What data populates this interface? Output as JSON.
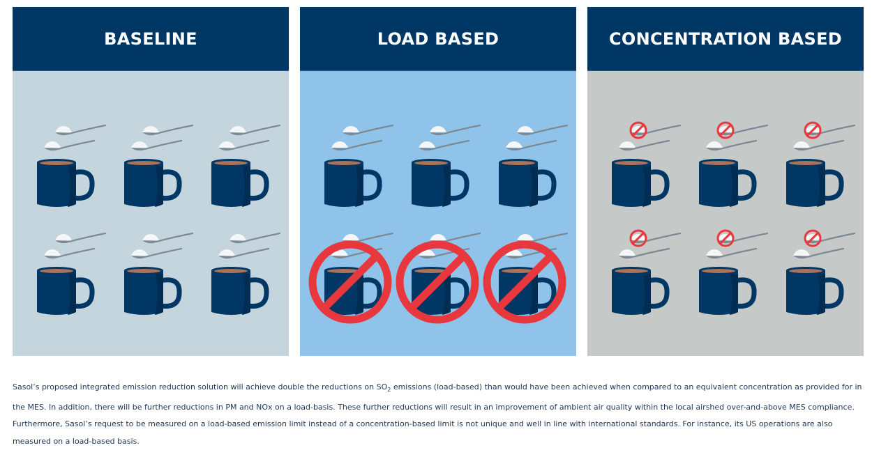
{
  "panels": [
    {
      "title": "BASELINE",
      "background": "#c5d5de",
      "rows": [
        {
          "mugs": 3,
          "crossed_mug": false,
          "crossed_spoon": false
        },
        {
          "mugs": 3,
          "crossed_mug": false,
          "crossed_spoon": false
        }
      ]
    },
    {
      "title": "LOAD BASED",
      "background": "#8fc3ea",
      "rows": [
        {
          "mugs": 3,
          "crossed_mug": false,
          "crossed_spoon": false
        },
        {
          "mugs": 3,
          "crossed_mug": true,
          "crossed_spoon": false
        }
      ]
    },
    {
      "title": "CONCENTRATION BASED",
      "background": "#c5c9c7",
      "rows": [
        {
          "mugs": 3,
          "crossed_mug": false,
          "crossed_spoon": true
        },
        {
          "mugs": 3,
          "crossed_mug": false,
          "crossed_spoon": true
        }
      ]
    }
  ],
  "colors": {
    "header": "#003764",
    "mug": "#003764",
    "coffee": "#a9735c",
    "prohibit": "#e8383d",
    "spoon": "#7d8a93",
    "sugar": "#f4f6f7"
  },
  "caption": {
    "line1_pre": "Sasol’s proposed integrated emission reduction solution will achieve double the reductions on SO",
    "line1_sub": "2",
    "line1_post": " emissions (load-based) than would have been achieved when compared to an equivalent concentration as provided for in the MES. In addition, there will be further reductions in PM and NOx on a load-basis. These further reductions will result in an improvement of ambient air quality within the local airshed over-and-above MES compliance. Furthermore, Sasol’s request to be measured on a load-based emission limit instead of a concentration-based limit is not unique and well in line with international standards. For instance, its US operations are also measured on a load-based basis."
  }
}
